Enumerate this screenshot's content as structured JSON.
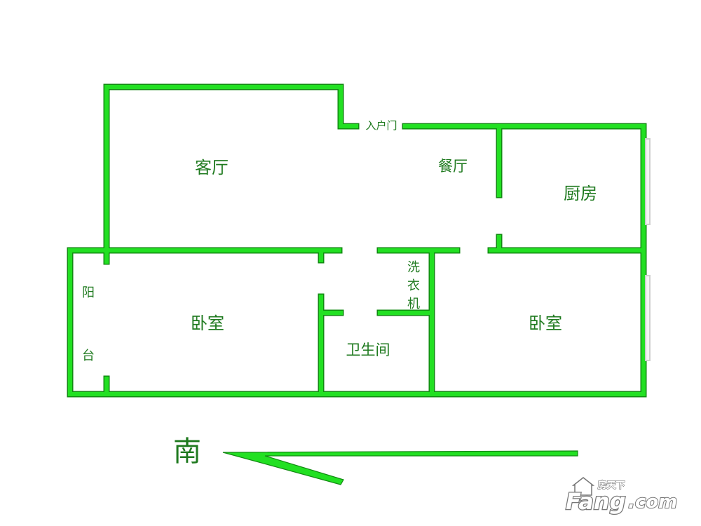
{
  "plan": {
    "wall_color": "#22e022",
    "wall_edge_color": "#138a13",
    "window_color": "#cfcfcf",
    "label_color": "#1f7a1f"
  },
  "rooms": {
    "living_room": "客厅",
    "dining_room": "餐厅",
    "kitchen": "厨房",
    "bedroom_left": "卧室",
    "bedroom_right": "卧室",
    "bathroom": "卫生间",
    "washer_1": "洗",
    "washer_2": "衣",
    "washer_3": "机",
    "balcony_1": "阳",
    "balcony_2": "台",
    "entrance": "入户门"
  },
  "compass": {
    "label": "南",
    "icon": "arrow-left-icon"
  },
  "watermark": {
    "top": "房天下",
    "brand": "Fang",
    "domain": ".com",
    "icon": "house-logo-icon"
  }
}
